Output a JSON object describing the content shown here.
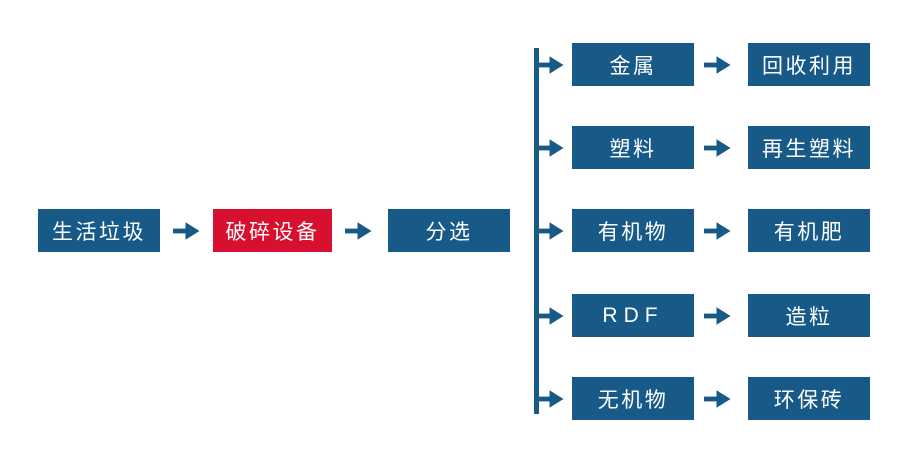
{
  "diagram": {
    "colors": {
      "blue": "#175a87",
      "red": "#d6102e",
      "text": "#ffffff",
      "background": "#ffffff"
    },
    "main_flow": {
      "nodes": [
        {
          "label": "生活垃圾",
          "style": "blue"
        },
        {
          "label": "破碎设备",
          "style": "red"
        },
        {
          "label": "分选",
          "style": "blue"
        }
      ]
    },
    "branches": [
      {
        "source": "金属",
        "target": "回收利用"
      },
      {
        "source": "塑料",
        "target": "再生塑料"
      },
      {
        "source": "有机物",
        "target": "有机肥"
      },
      {
        "source": "RDF",
        "target": "造粒"
      },
      {
        "source": "无机物",
        "target": "环保砖"
      }
    ]
  }
}
